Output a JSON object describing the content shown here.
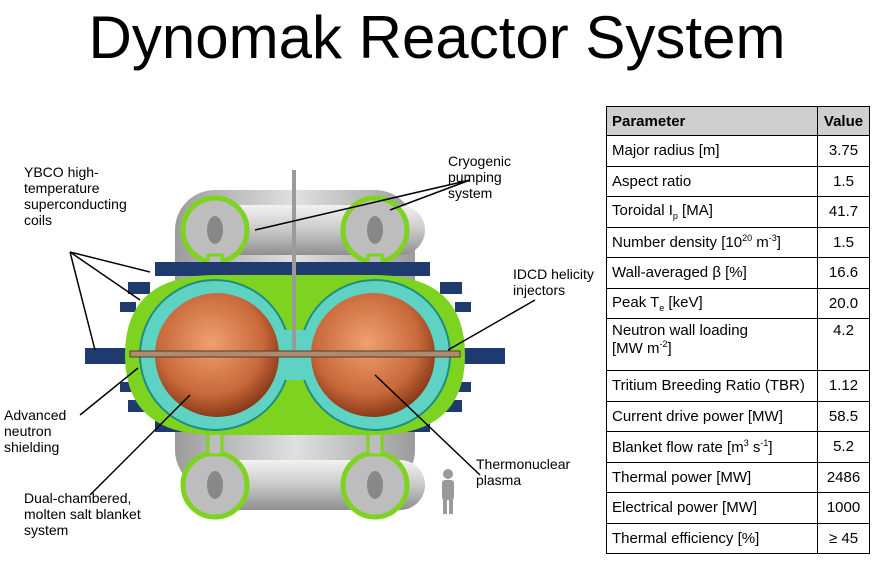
{
  "title": "Dynomak Reactor System",
  "labels": {
    "ybco": "YBCO high-\ntemperature\nsuperconducting\ncoils",
    "cryo": "Cryogenic\npumping\nsystem",
    "idcd": "IDCD helicity\ninjectors",
    "neutron": "Advanced\nneutron\nshielding",
    "blanket": "Dual-chambered,\nmolten salt blanket\nsystem",
    "plasma": "Thermonuclear\nplasma"
  },
  "table": {
    "header_param": "Parameter",
    "header_value": "Value",
    "rows": [
      {
        "name": "Major radius [m]",
        "value": "3.75"
      },
      {
        "name": "Aspect ratio",
        "value": "1.5"
      },
      {
        "name_html": "Toroidal I<sub>p</sub> [MA]",
        "value": "41.7"
      },
      {
        "name_html": "Number density [10<sup>20</sup> m<sup>-3</sup>]",
        "value": "1.5"
      },
      {
        "name": "Wall-averaged β [%]",
        "value": "16.6"
      },
      {
        "name_html": "Peak T<sub>e</sub> [keV]",
        "value": "20.0"
      },
      {
        "name_html": "Neutron wall loading<br>[MW m<sup>-2</sup>]",
        "value": "4.2",
        "tall": true
      },
      {
        "name": "Tritium Breeding Ratio (TBR)",
        "value": "1.12"
      },
      {
        "name": "Current drive power [MW]",
        "value": "58.5"
      },
      {
        "name_html": "Blanket flow rate [m<sup>3</sup> s<sup>-1</sup>]",
        "value": "5.2"
      },
      {
        "name": "Thermal power [MW]",
        "value": "2486"
      },
      {
        "name": "Electrical power [MW]",
        "value": "1000"
      },
      {
        "name": "Thermal efficiency [%]",
        "value": "≥ 45"
      }
    ]
  },
  "colors": {
    "coil": "#1f3a6e",
    "shield": "#7ed321",
    "blanket": "#5fd3c3",
    "plasma": "#c8693a",
    "pipe": "#c9c9c9"
  }
}
